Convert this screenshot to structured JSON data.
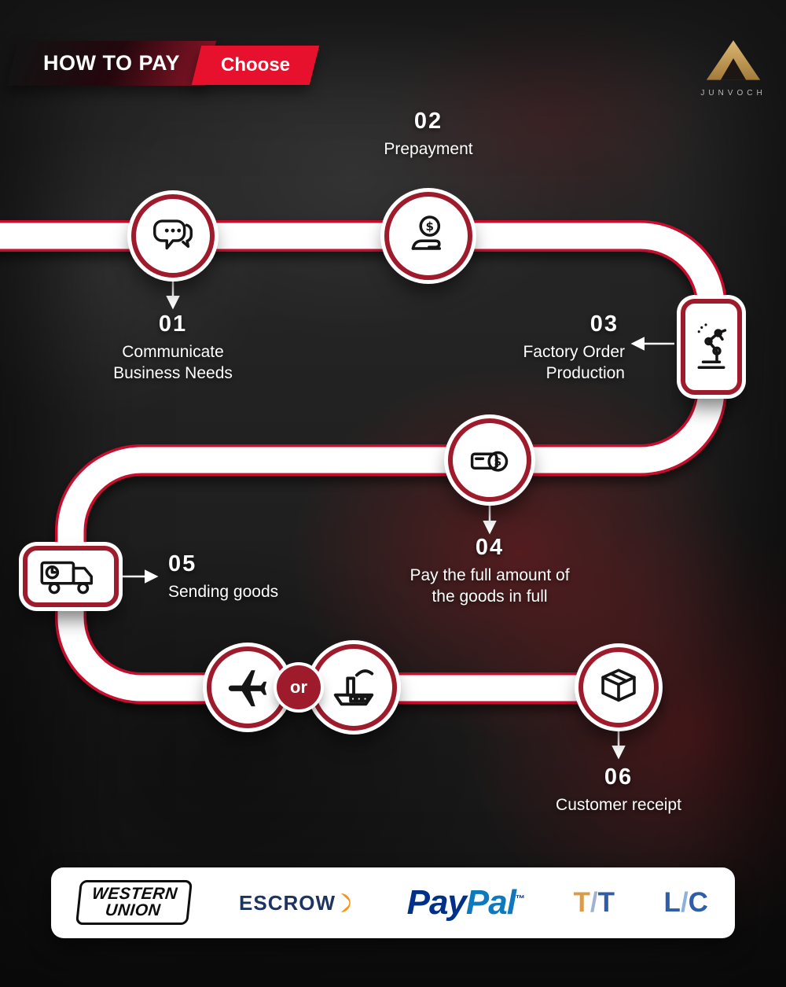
{
  "header": {
    "title": "HOW TO PAY",
    "badge": "Choose"
  },
  "brand": {
    "name": "JUNVOCH"
  },
  "steps": [
    {
      "num": "01",
      "lines": [
        "Communicate",
        "Business Needs"
      ]
    },
    {
      "num": "02",
      "lines": [
        "Prepayment"
      ]
    },
    {
      "num": "03",
      "lines": [
        "Factory Order",
        "Production"
      ]
    },
    {
      "num": "04",
      "lines": [
        "Pay the full amount of",
        "the goods in full"
      ]
    },
    {
      "num": "05",
      "lines": [
        "Sending goods"
      ]
    },
    {
      "num": "06",
      "lines": [
        "Customer receipt"
      ]
    }
  ],
  "connector": {
    "or": "or"
  },
  "icons": {
    "step01": "chat-bubbles",
    "step02": "hand-with-coin",
    "step03": "robot-arm",
    "step04": "money-and-coin",
    "step05": "delivery-truck",
    "transport_air": "airplane",
    "transport_sea": "cargo-ship",
    "step06": "package-box",
    "coin_symbol": "$"
  },
  "payment_bar": {
    "western_union": {
      "line1": "WESTERN",
      "line2": "UNION"
    },
    "escrow": "ESCROW",
    "paypal": {
      "pay": "Pay",
      "pal": "Pal",
      "tm": "™"
    },
    "tt": {
      "first": "T",
      "slash": "/",
      "second": "T"
    },
    "lc": {
      "first": "L",
      "slash": "/",
      "second": "C"
    }
  },
  "colors": {
    "road_edge": "#c8102e",
    "node_ring": "#9e1b2c",
    "badge_red": "#e8112d",
    "brand_gold": "#c59d5f",
    "paypal_dark": "#003087",
    "paypal_light": "#0f79bd",
    "escrow_navy": "#1d3461",
    "escrow_orange": "#f7941e",
    "tt_orange": "#d99c4b",
    "finance_blue": "#2e5da9"
  }
}
